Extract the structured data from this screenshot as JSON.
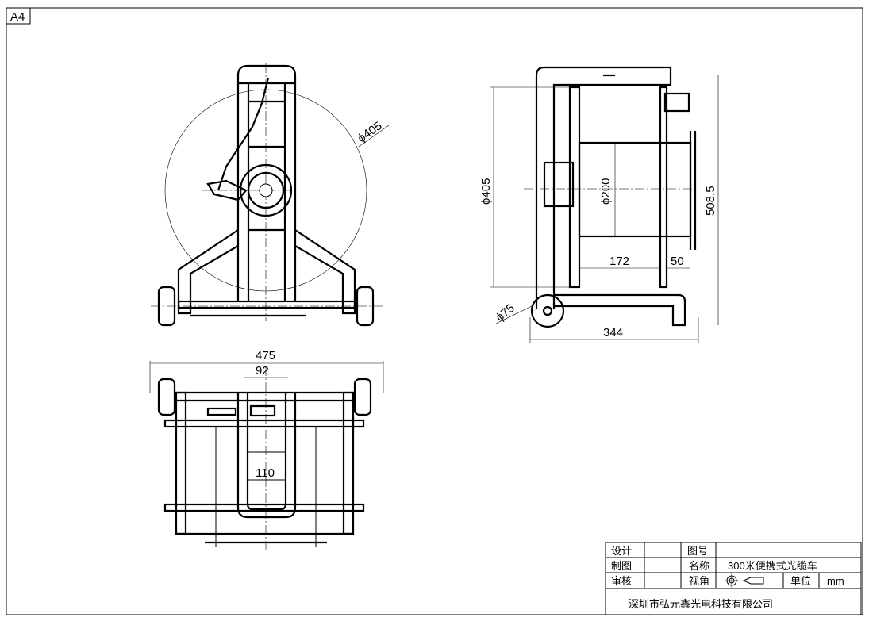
{
  "sheet": {
    "size_label": "A4"
  },
  "front_view": {
    "reel_diameter": "ϕ405"
  },
  "side_view": {
    "reel_diameter": "ϕ405",
    "drum_diameter": "ϕ200",
    "height": "508.5",
    "drum_width": "172",
    "offset": "50",
    "wheel_diameter": "ϕ75",
    "depth": "344"
  },
  "top_view": {
    "overall_width": "475",
    "handle_width": "92",
    "inner_width": "110"
  },
  "title_block": {
    "design_label": "设计",
    "design_value": "",
    "drawing_label": "制图",
    "drawing_value": "",
    "review_label": "审核",
    "review_value": "",
    "drawing_no_label": "图号",
    "drawing_no_value": "",
    "name_label": "名称",
    "name_value": "300米便携式光缆车",
    "view_angle_label": "视角",
    "unit_label": "单位",
    "unit_value": "mm",
    "company": "深圳市弘元鑫光电科技有限公司"
  }
}
